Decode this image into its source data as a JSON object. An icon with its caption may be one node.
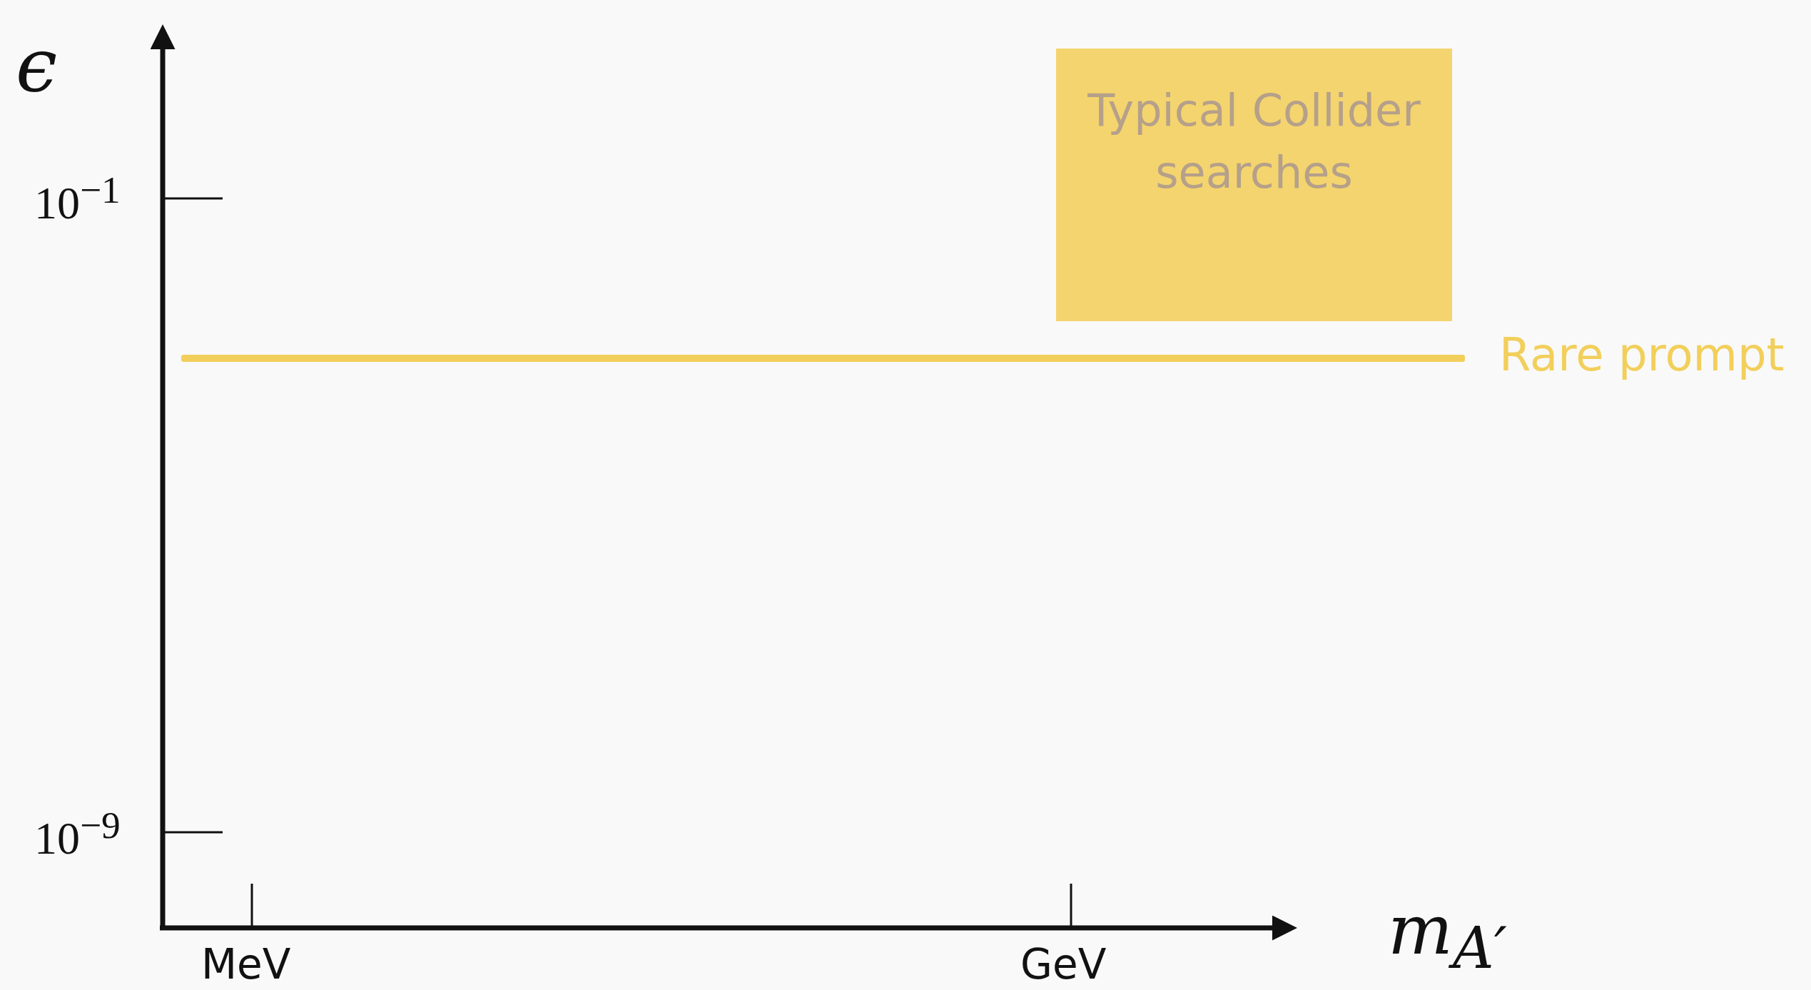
{
  "diagram": {
    "nodes": [
      {
        "text": [
          "Typical Collider searches"
        ]
      },
      {
        "text": [],
        "shape": "bar",
        "beside": [
          "Rare prompt"
        ]
      }
    ],
    "edges": [],
    "labels": [
      "ϵ",
      "10$^{−1}$",
      "10$^{−9}$",
      "MeV",
      "GeV",
      "m$_{A′}$"
    ]
  }
}
